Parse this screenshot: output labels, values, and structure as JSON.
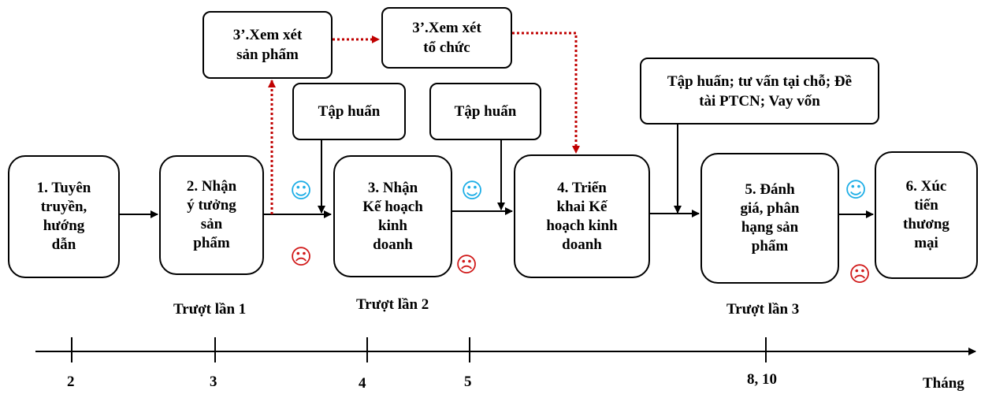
{
  "steps": [
    {
      "label": "1. Tuyên\ntruyền,\nhướng\ndẫn"
    },
    {
      "label": "2. Nhận\ný tưởng\nsản\nphẩm"
    },
    {
      "label": "3. Nhận\nKế hoạch\nkinh\ndoanh"
    },
    {
      "label": "4. Triển\nkhai Kế\nhoạch kinh\ndoanh"
    },
    {
      "label": "5. Đánh\ngiá, phân\nhạng sản\nphẩm"
    },
    {
      "label": "6. Xúc\ntiến\nthương\nmại"
    }
  ],
  "review": {
    "product": "3’.Xem xét\nsản phẩm",
    "organization": "3’.Xem xét\ntổ chức"
  },
  "support": {
    "training_1": "Tập huấn",
    "training_2": "Tập huấn",
    "combined": "Tập huấn; tư vấn tại chỗ; Đề\ntài PTCN; Vay vốn"
  },
  "fail_labels": [
    "Trượt lần 1",
    "Trượt lần 2",
    "Trượt lần 3"
  ],
  "timeline": {
    "ticks": [
      "2",
      "3",
      "4",
      "5",
      "8, 10"
    ],
    "unit": "Tháng"
  },
  "icons": {
    "smile": "☺",
    "frown": "☹",
    "smile_color": "#1eaee6",
    "frown_color": "#d11a1a",
    "dotted_color": "#c00000"
  }
}
